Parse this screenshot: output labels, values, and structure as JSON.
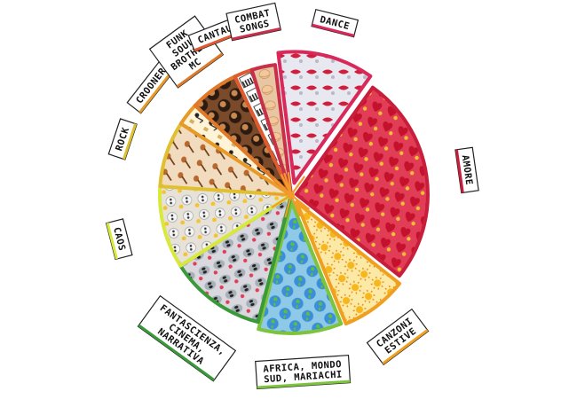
{
  "chart_data": {
    "type": "pie",
    "title": "",
    "categories": [
      "DANCE",
      "AMORE",
      "CANZONI ESTIVE",
      "AFRICA, MONDO SUD, MARIACHI",
      "FANTASCIENZA, CINEMA, NARRATIVA",
      "CAOS",
      "ROCK",
      "CROONER",
      "FUNK SOUL BROTHER MC",
      "CANTAUTORE",
      "COMBAT SONGS"
    ],
    "label_lines": [
      [
        "DANCE"
      ],
      [
        "AMORE"
      ],
      [
        "CANZONI",
        "ESTIVE"
      ],
      [
        "AFRICA, MONDO",
        "SUD, MARIACHI"
      ],
      [
        "FANTASCIENZA,",
        "CINEMA,",
        "NARRATIVA"
      ],
      [
        "CAOS"
      ],
      [
        "ROCK"
      ],
      [
        "CROONER"
      ],
      [
        "FUNK",
        "SOUL",
        "BROTHER",
        "MC"
      ],
      [
        "CANTAUTORE"
      ],
      [
        "COMBAT",
        "SONGS"
      ]
    ],
    "values": [
      11.8,
      25.8,
      8.2,
      10.2,
      11.9,
      10.1,
      8.1,
      2.8,
      6.0,
      2.2,
      2.9
    ],
    "colors": [
      "#d8295a",
      "#c81e3c",
      "#f0a020",
      "#7cc43c",
      "#3a9a3a",
      "#d8e83c",
      "#e0c030",
      "#e89a28",
      "#e07a28",
      "#e05a30",
      "#c8304a"
    ],
    "fills": [
      "#e8e8f0",
      "#e23d56",
      "#fbe9a6",
      "#8fc9e8",
      "#d8d8de",
      "#e6e2d8",
      "#f2dcc0",
      "#fff4d8",
      "#7a4a2a",
      "#ffffff",
      "#e8c6a4"
    ],
    "start_angle_deg": -97,
    "legend": "labels around the pie",
    "icons": [
      "lips",
      "heart",
      "sun",
      "globe",
      "alien",
      "skull",
      "guitar",
      "note",
      "afro",
      "piano",
      "fist"
    ]
  }
}
